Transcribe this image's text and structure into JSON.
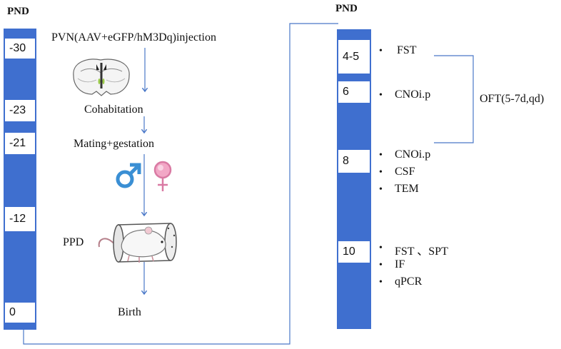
{
  "left_timeline": {
    "header": "PND",
    "ticks": [
      "-30",
      "-23",
      "-21",
      "-12",
      "0"
    ]
  },
  "procedure": {
    "steps": [
      "PVN(AAV+eGFP/hM3Dq)injection",
      "Cohabitation",
      "Mating+gestation",
      "Birth"
    ],
    "model_label": "PPD"
  },
  "right_timeline": {
    "header": "PND",
    "groups": [
      {
        "day": "4-5",
        "items": [
          "FST"
        ]
      },
      {
        "day": "6",
        "items": [
          "CNOi.p"
        ]
      },
      {
        "day": "8",
        "items": [
          "CNOi.p",
          "CSF",
          "TEM"
        ]
      },
      {
        "day": "10",
        "items": [
          "FST 、SPT",
          "IF",
          "qPCR"
        ]
      }
    ],
    "bracket_label": "OFT(5-7d,qd)"
  },
  "colors": {
    "bar": "#3f6fcf",
    "arrow": "#4a78c8",
    "male": "#3a8fd4",
    "female": "#e58fb3"
  },
  "icons": [
    "brain-section-icon",
    "male-symbol-icon",
    "female-symbol-icon",
    "mouse-in-tube-icon"
  ]
}
